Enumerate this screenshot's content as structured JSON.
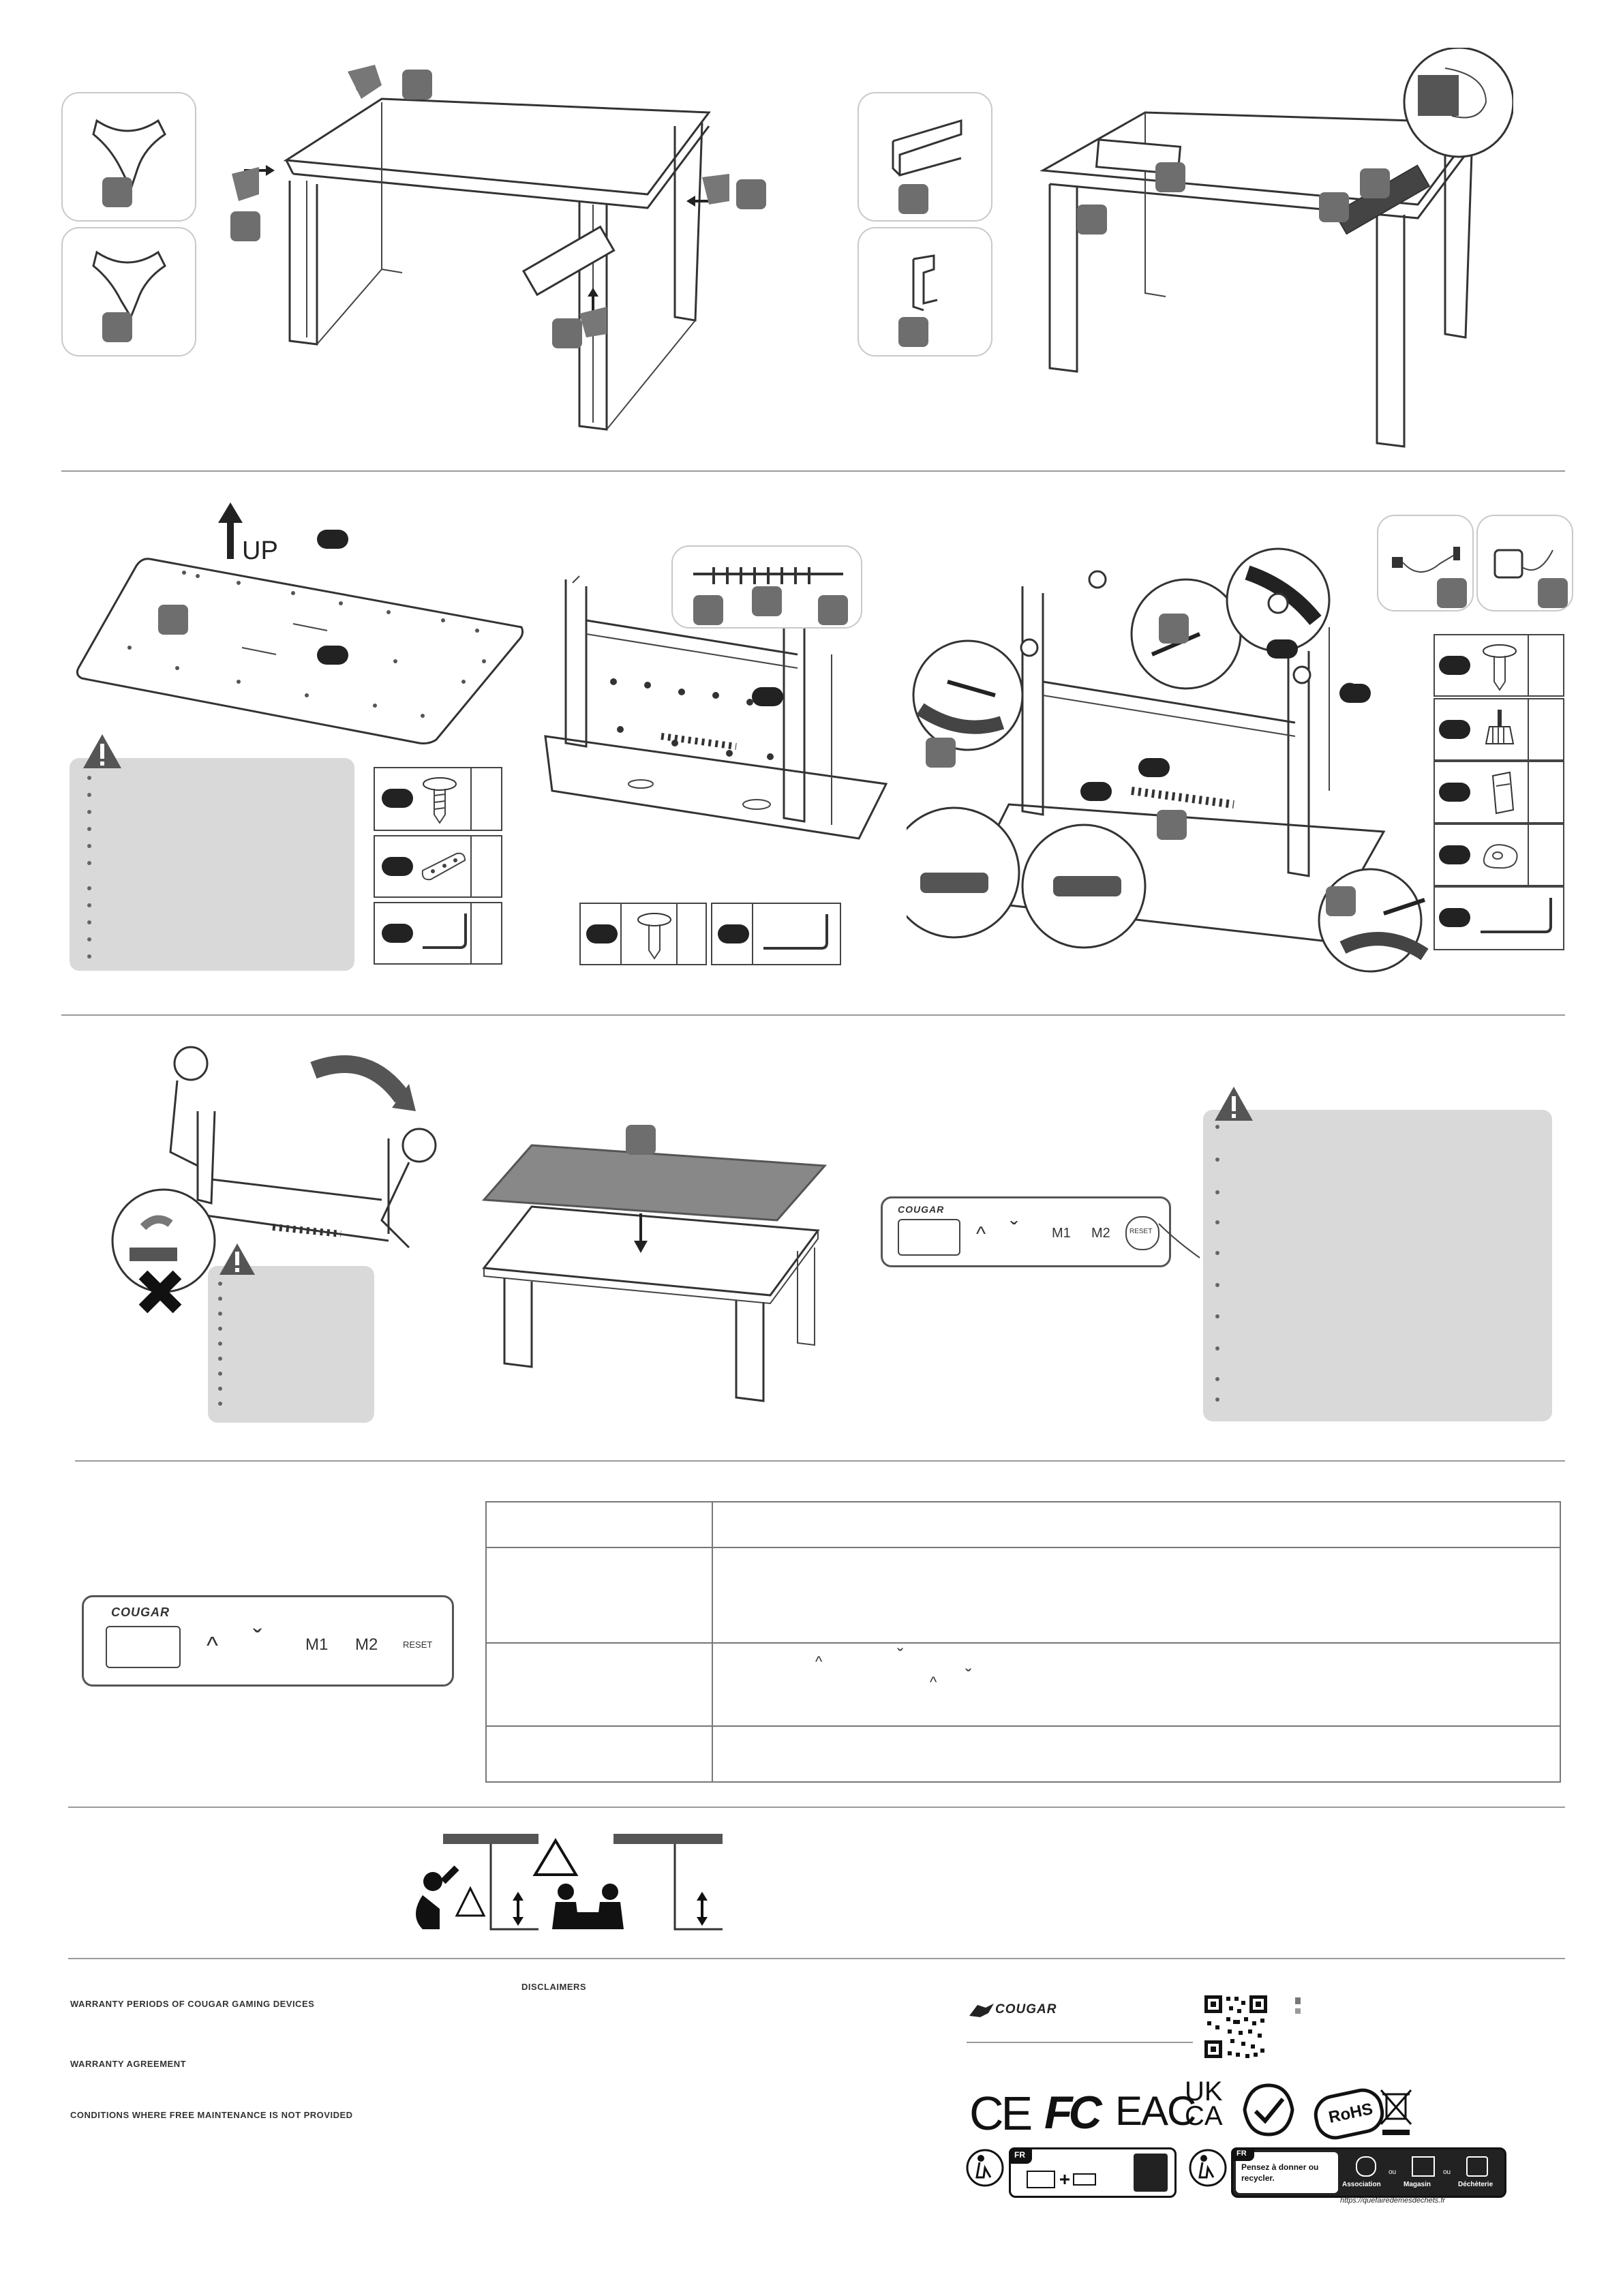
{
  "labels": {
    "up": "UP",
    "brand": "COUGAR",
    "m1": "M1",
    "m2": "M2",
    "reset": "RESET",
    "disclaimers": "DISCLAIMERS",
    "warranty_periods": "WARRANTY PERIODS OF COUGAR GAMING DEVICES",
    "warranty_agreement": "WARRANTY AGREEMENT",
    "conditions": "CONDITIONS WHERE FREE MAINTENANCE IS NOT PROVIDED"
  },
  "control_table": {
    "up_arrow": "^",
    "down_arrow": "ˇ"
  },
  "certifications": [
    "CE",
    "FC",
    "EAC",
    "UK CA",
    "RoHS"
  ],
  "recycling": {
    "fr_badge_left": "FR",
    "fr_badge_right": "FR",
    "give_text": "Pensez à donner ou recycler.",
    "association": "Association",
    "ou1": "ou",
    "magasin": "Magasin",
    "ou2": "ou",
    "decheterie": "Déchèterie",
    "url": "https://quefairedemesdechets.fr"
  },
  "colors": {
    "badge": "#6e6e6e",
    "warning_panel": "#d9d9d9",
    "divider": "#9a9a9a"
  }
}
